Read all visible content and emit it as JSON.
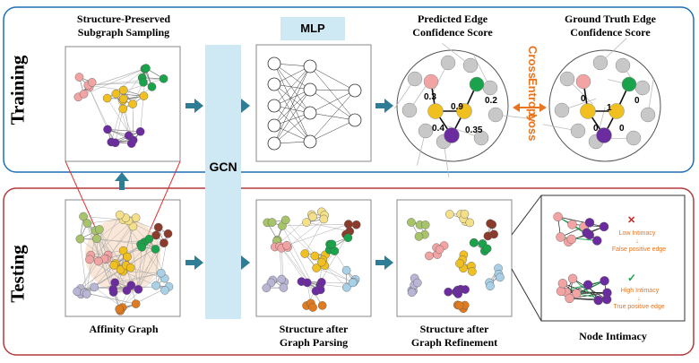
{
  "row_labels": {
    "training": "Training",
    "testing": "Testing"
  },
  "gcn_label": "GCN",
  "mlp_label": "MLP",
  "cross_entropy_label": [
    "Cross",
    "Entropy",
    "Loss"
  ],
  "captions": {
    "subgraph_sampling": [
      "Structure-Preserved",
      "Subgraph Sampling"
    ],
    "predicted": [
      "Predicted Edge",
      "Confidence Score"
    ],
    "ground_truth": [
      "Ground Truth Edge",
      "Confidence Score"
    ],
    "affinity": "Affinity Graph",
    "parsing": [
      "Structure after",
      "Graph Parsing"
    ],
    "refinement": [
      "Structure after",
      "Graph Refinement"
    ],
    "intimacy": "Node Intimacy"
  },
  "predicted_scores": [
    "0.3",
    "0.9",
    "0.2",
    "0.4",
    "0.35"
  ],
  "ground_truth_scores": [
    "0",
    "1",
    "0",
    "0",
    "0"
  ],
  "intimacy_panel": {
    "low": {
      "title": "Low Intimacy",
      "result": "False positive edge",
      "mark": "✕"
    },
    "high": {
      "title": "High Intimacy",
      "result": "True positive edge",
      "mark": "✓"
    }
  },
  "colors": {
    "training_border": "#1f6fb5",
    "testing_border": "#b23a3a",
    "arrow": "#2e7d96",
    "gcn_fill": "#cfe9f4",
    "cross_entropy": "#e8741f",
    "pink": "#f2a3a3",
    "green": "#1aa34a",
    "yellow": "#f0c020",
    "purple": "#6a2c9e",
    "gray": "#c8c8c8"
  }
}
